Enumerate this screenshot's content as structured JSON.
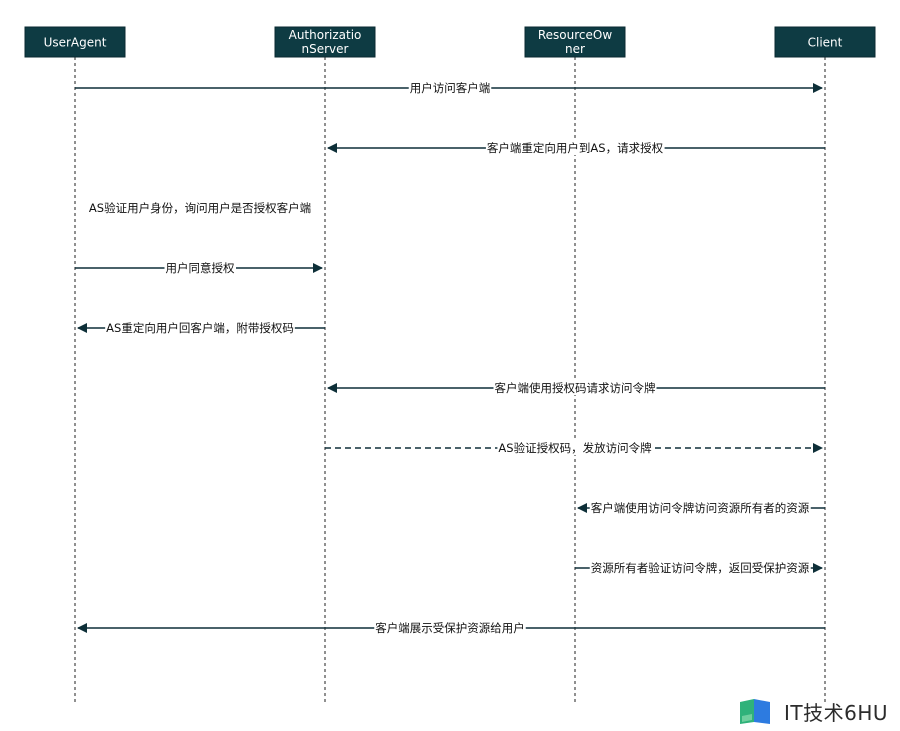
{
  "actors": [
    {
      "id": "ua",
      "lines": [
        "UserAgent"
      ]
    },
    {
      "id": "as",
      "lines": [
        "Authorizatio",
        "nServer"
      ]
    },
    {
      "id": "ro",
      "lines": [
        "ResourceOw",
        "ner"
      ]
    },
    {
      "id": "cl",
      "lines": [
        "Client"
      ]
    }
  ],
  "messages": [
    {
      "label": "用户访问客户端",
      "from": "ua",
      "to": "cl",
      "style": "solid"
    },
    {
      "label": "客户端重定向用户到AS，请求授权",
      "from": "cl",
      "to": "as",
      "style": "solid"
    },
    {
      "label": "AS验证用户身份，询问用户是否授权客户端",
      "from": "ua",
      "to": "ua",
      "style": "none"
    },
    {
      "label": "用户同意授权",
      "from": "ua",
      "to": "as",
      "style": "solid"
    },
    {
      "label": "AS重定向用户回客户端，附带授权码",
      "from": "as",
      "to": "ua",
      "style": "solid"
    },
    {
      "label": "客户端使用授权码请求访问令牌",
      "from": "cl",
      "to": "as",
      "style": "solid"
    },
    {
      "label": "AS验证授权码，发放访问令牌",
      "from": "as",
      "to": "cl",
      "style": "dashed"
    },
    {
      "label": "客户端使用访问令牌访问资源所有者的资源",
      "from": "cl",
      "to": "ro",
      "style": "solid"
    },
    {
      "label": "资源所有者验证访问令牌，返回受保护资源",
      "from": "ro",
      "to": "cl",
      "style": "solid"
    },
    {
      "label": "客户端展示受保护资源给用户",
      "from": "cl",
      "to": "ua",
      "style": "solid"
    }
  ],
  "watermark": {
    "text": "IT技术6HU",
    "icon": "book-logo-icon",
    "colors": {
      "green": "#2fb27a",
      "blue": "#2d7be0"
    }
  },
  "colors": {
    "actor_fill": "#0e3b43",
    "line": "#0e2f38"
  }
}
